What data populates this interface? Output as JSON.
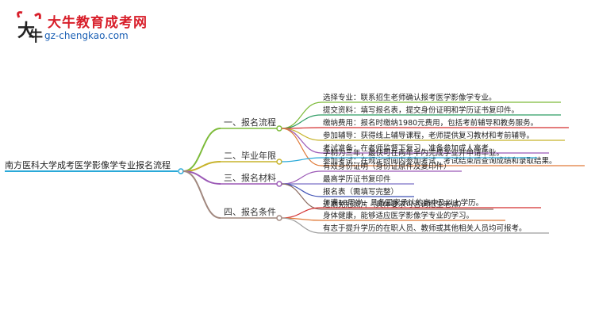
{
  "brand": {
    "title": "大牛教育成考网",
    "url": "gz-chengkao.com"
  },
  "root": {
    "label": "南方医科大学成考医学影像学专业报名流程"
  },
  "branches": [
    {
      "label": "一、报名流程",
      "color": "#7dbb3a",
      "items": [
        {
          "label": "选择专业：联系招生老师确认报考医学影像学专业。",
          "color": "#7dbb3a"
        },
        {
          "label": "提交资料：填写报名表，提交身份证明和学历证书复印件。",
          "color": "#2f9d64"
        },
        {
          "label": "缴纳费用：报名时缴纳1980元费用，包括考前辅导和教务服务。",
          "color": "#d32f2f"
        },
        {
          "label": "参加辅导：获得线上辅导课程，老师提供复习教材和考前辅导。",
          "color": "#c7b32b"
        },
        {
          "label": "考试准备：在老师监督下复习，准备参加成人高考。",
          "color": "#9b59b6"
        },
        {
          "label": "参加考试：在规定时间内参加考试，考试结束后查询成绩和录取结果。",
          "color": "#e07b39"
        }
      ]
    },
    {
      "label": "二、毕业年限",
      "color": "#c7b32b",
      "items": [
        {
          "label": "学制为三年，最快可在两年半内完成学业并申请毕业。",
          "color": "#2aa9d8"
        }
      ]
    },
    {
      "label": "三、报名材料",
      "color": "#9b59b6",
      "items": [
        {
          "label": "有效身份证明（身份证原件及复印件）",
          "color": "#9b59b6"
        },
        {
          "label": "最高学历证书复印件",
          "color": "#7a6fc8"
        },
        {
          "label": "报名表（需填写完整）",
          "color": "#3f51b5"
        },
        {
          "label": "近期免冠照片（具体要求可咨询招生老师）",
          "color": "#8d6e63"
        }
      ]
    },
    {
      "label": "四、报名条件",
      "color": "#a1887f",
      "items": [
        {
          "label": "年满18周岁，具备国家承认的高中及以上学历。",
          "color": "#d32f2f"
        },
        {
          "label": "身体健康，能够适应医学影像学专业的学习。",
          "color": "#e07b39"
        },
        {
          "label": "有志于提升学历的在职人员、教师或其他相关人员均可报考。",
          "color": "#9e9e9e"
        }
      ]
    }
  ]
}
